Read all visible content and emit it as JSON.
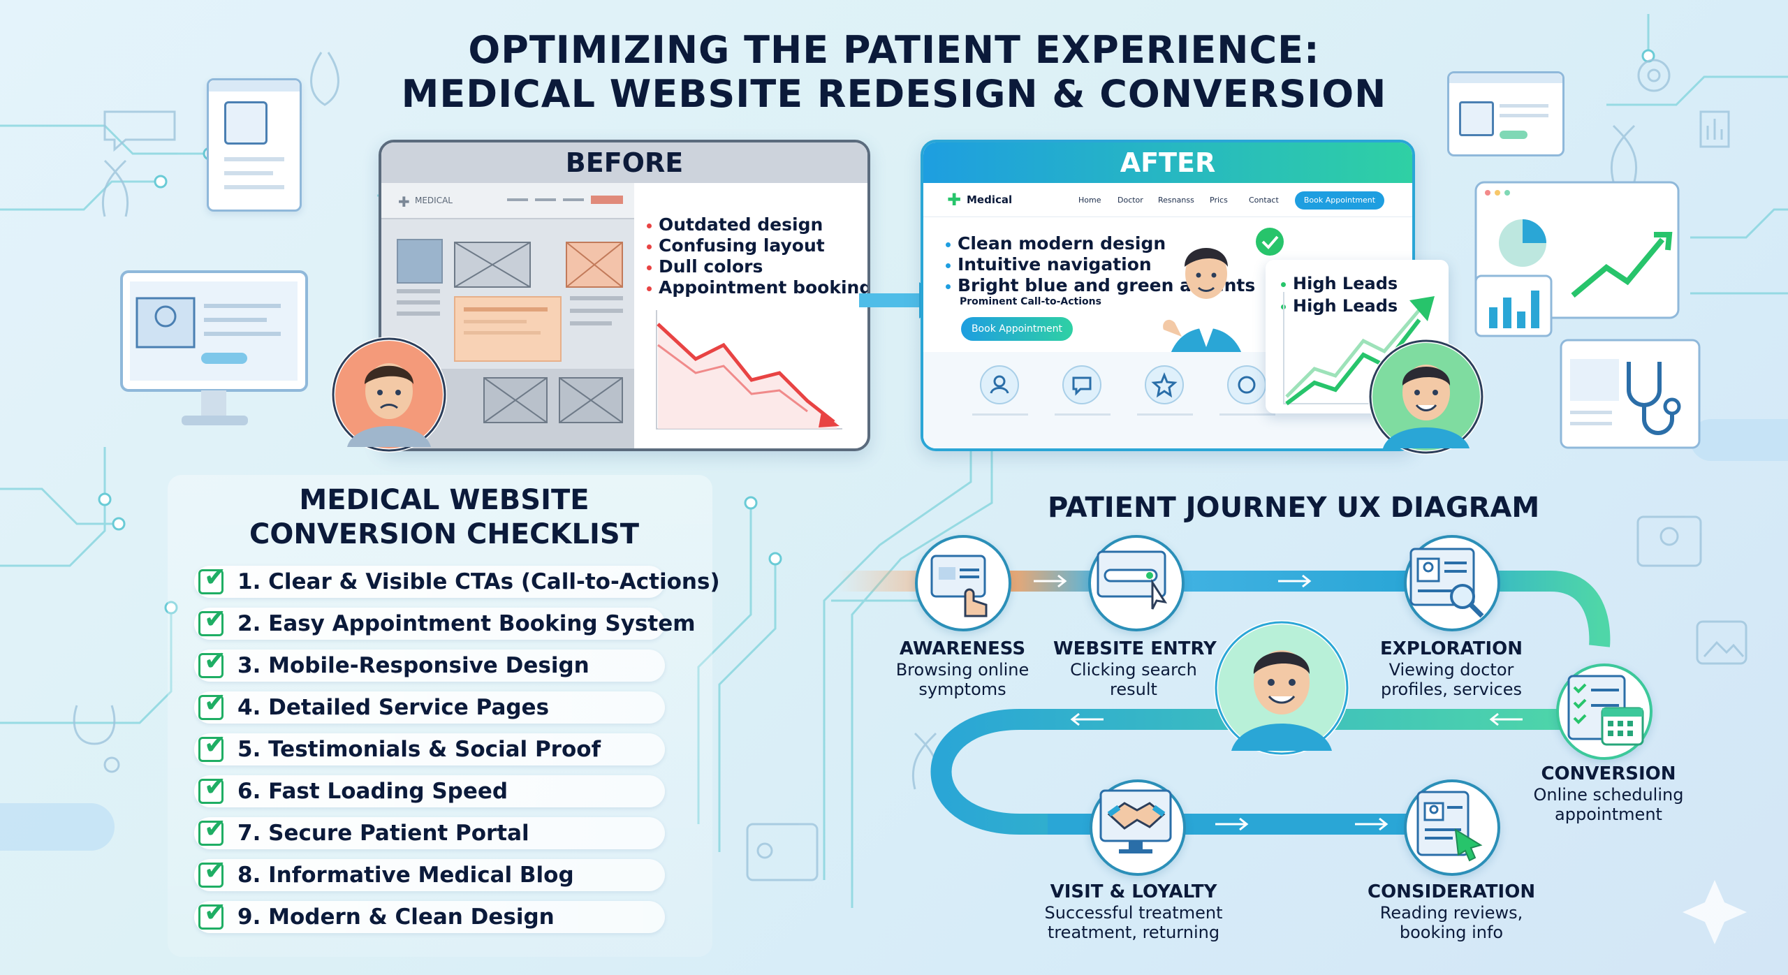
{
  "title": {
    "line1": "OPTIMIZING THE PATIENT EXPERIENCE:",
    "line2": "MEDICAL WEBSITE REDESIGN & CONVERSION"
  },
  "before": {
    "header": "BEFORE",
    "site_logo": "MEDICAL",
    "bullets": [
      "Outdated design",
      "Confusing layout",
      "Dull colors",
      "Appointment bookings"
    ]
  },
  "after": {
    "header": "AFTER",
    "site_logo": "Medical",
    "nav": [
      "Home",
      "Doctor",
      "Resnanss",
      "Prics",
      "Contact"
    ],
    "nav_button": "Book Appointment",
    "bullets": [
      "Clean modern design",
      "Intuitive navigation",
      "Bright blue and green accents"
    ],
    "sub_note": "Prominent Call-to-Actions",
    "cta_button": "Book Appointment",
    "leads": [
      "High Leads",
      "High Leads"
    ]
  },
  "checklist": {
    "title_line1": "MEDICAL WEBSITE",
    "title_line2": "CONVERSION CHECKLIST",
    "items": [
      "1. Clear & Visible CTAs (Call-to-Actions)",
      "2. Easy Appointment Booking System",
      "3. Mobile-Responsive Design",
      "4. Detailed Service Pages",
      "5. Testimonials & Social Proof",
      "6. Fast Loading Speed",
      "7. Secure Patient Portal",
      "8. Informative Medical Blog",
      "9. Modern & Clean Design"
    ]
  },
  "journey": {
    "title": "PATIENT JOURNEY UX DIAGRAM",
    "stages": {
      "awareness": {
        "title": "AWARENESS",
        "desc1": "Browsing online",
        "desc2": "symptoms",
        "icon": "browser-hand-icon"
      },
      "website_entry": {
        "title": "WEBSITE ENTRY",
        "desc1": "Clicking search",
        "desc2": "result",
        "icon": "search-click-icon"
      },
      "exploration": {
        "title": "EXPLORATION",
        "desc1": "Viewing doctor",
        "desc2": "profiles, services",
        "icon": "profile-magnifier-icon"
      },
      "conversion": {
        "title": "CONVERSION",
        "desc1": "Online scheduling",
        "desc2": "appointment",
        "icon": "calendar-checklist-icon"
      },
      "consideration": {
        "title": "CONSIDERATION",
        "desc1": "Reading reviews,",
        "desc2": "booking info",
        "icon": "review-cursor-icon"
      },
      "visit_loyalty": {
        "title": "VISIT & LOYALTY",
        "desc1": "Successful treatment",
        "desc2": "treatment, returning",
        "icon": "handshake-icon"
      }
    }
  },
  "colors": {
    "accent_blue": "#1e9ee0",
    "accent_green": "#2fd0a4",
    "check_green": "#1fae64",
    "down_red": "#e84343",
    "up_green": "#27c46b",
    "orange_track": "#f7a66a"
  }
}
